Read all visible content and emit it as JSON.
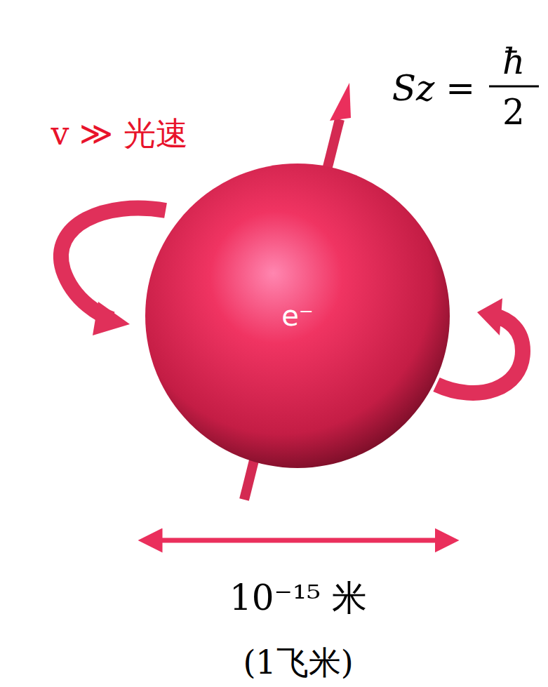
{
  "diagram": {
    "nodes": [
      {
        "text": [
          "e⁻"
        ]
      }
    ],
    "labels": [
      "v ≫ 光速",
      "Sz =",
      "ħ",
      "2",
      "10⁻¹⁵ 米",
      "(1飞米)"
    ]
  }
}
